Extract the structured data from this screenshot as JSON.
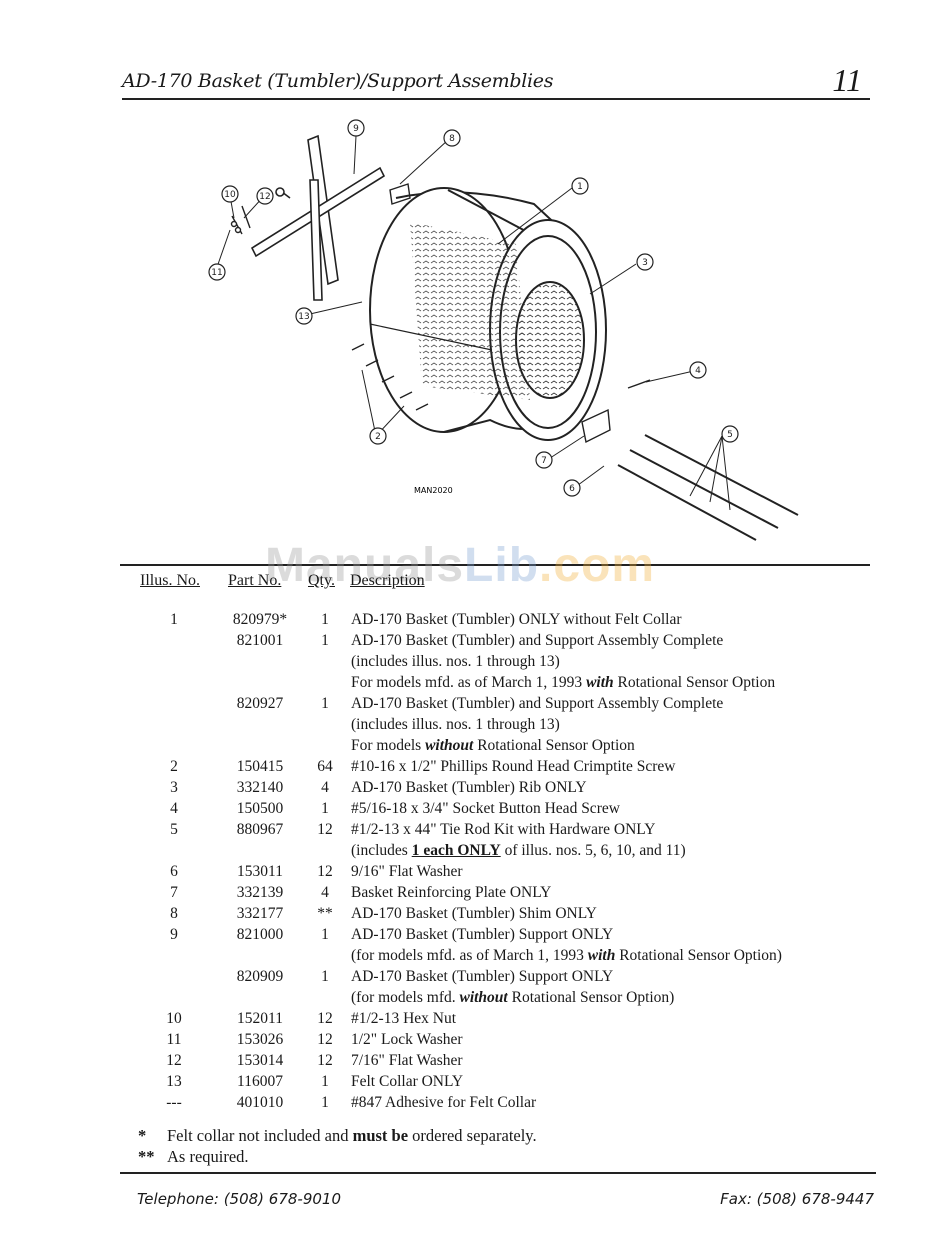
{
  "header": {
    "title": "AD-170 Basket (Tumbler)/Support Assemblies",
    "page_number": "11"
  },
  "diagram": {
    "drawing_code": "MAN2020",
    "callouts": [
      "1",
      "2",
      "3",
      "4",
      "5",
      "6",
      "7",
      "8",
      "9",
      "10",
      "11",
      "12",
      "13"
    ]
  },
  "watermark": {
    "part_a": "Manuals",
    "part_b": "Lib",
    "part_c": ".com"
  },
  "table": {
    "headers": {
      "illus": "Illus. No.",
      "part": "Part No.",
      "qty": "Qty.",
      "desc": "Description"
    },
    "rows": [
      {
        "illus": "1",
        "part": "820979*",
        "qty": "1",
        "desc": "AD-170 Basket (Tumbler) ONLY without Felt Collar"
      },
      {
        "illus": "",
        "part": "821001",
        "qty": "1",
        "desc": "AD-170 Basket (Tumbler) and Support Assembly Complete"
      },
      {
        "illus": "",
        "part": "",
        "qty": "",
        "desc": "(includes illus. nos. 1 through 13)"
      },
      {
        "illus": "",
        "part": "",
        "qty": "",
        "desc_pre": "For models mfd. as of March 1, 1993 ",
        "desc_em": "with",
        "desc_post": " Rotational Sensor Option"
      },
      {
        "illus": "",
        "part": "820927",
        "qty": "1",
        "desc": "AD-170 Basket (Tumbler) and Support Assembly Complete"
      },
      {
        "illus": "",
        "part": "",
        "qty": "",
        "desc": "(includes illus. nos. 1 through 13)"
      },
      {
        "illus": "",
        "part": "",
        "qty": "",
        "desc_pre": "For models ",
        "desc_em": "without",
        "desc_post": " Rotational Sensor Option"
      },
      {
        "illus": "2",
        "part": "150415",
        "qty": "64",
        "desc": "#10-16 x 1/2\" Phillips Round Head Crimptite Screw"
      },
      {
        "illus": "3",
        "part": "332140",
        "qty": "4",
        "desc": "AD-170 Basket (Tumbler) Rib ONLY"
      },
      {
        "illus": "4",
        "part": "150500",
        "qty": "1",
        "desc": "#5/16-18 x 3/4\" Socket Button Head Screw"
      },
      {
        "illus": "5",
        "part": "880967",
        "qty": "12",
        "desc": "#1/2-13 x 44\" Tie Rod Kit with Hardware ONLY"
      },
      {
        "illus": "",
        "part": "",
        "qty": "",
        "desc_pre": "(includes ",
        "desc_u": "1 each ONLY",
        "desc_post": " of illus. nos. 5, 6, 10, and 11)"
      },
      {
        "illus": "6",
        "part": "153011",
        "qty": "12",
        "desc": "9/16\" Flat Washer"
      },
      {
        "illus": "7",
        "part": "332139",
        "qty": "4",
        "desc": "Basket Reinforcing Plate ONLY"
      },
      {
        "illus": "8",
        "part": "332177",
        "qty": "**",
        "desc": "AD-170 Basket (Tumbler) Shim ONLY"
      },
      {
        "illus": "9",
        "part": "821000",
        "qty": "1",
        "desc": "AD-170 Basket (Tumbler) Support ONLY"
      },
      {
        "illus": "",
        "part": "",
        "qty": "",
        "desc_pre": "(for models mfd. as of March 1, 1993 ",
        "desc_em": "with",
        "desc_post": " Rotational Sensor Option)"
      },
      {
        "illus": "",
        "part": "820909",
        "qty": "1",
        "desc": "AD-170 Basket (Tumbler) Support ONLY"
      },
      {
        "illus": "",
        "part": "",
        "qty": "",
        "desc_pre": "(for models mfd. ",
        "desc_em": "without",
        "desc_post": " Rotational Sensor Option)"
      },
      {
        "illus": "10",
        "part": "152011",
        "qty": "12",
        "desc": "#1/2-13 Hex Nut"
      },
      {
        "illus": "11",
        "part": "153026",
        "qty": "12",
        "desc": "1/2\" Lock Washer"
      },
      {
        "illus": "12",
        "part": "153014",
        "qty": "12",
        "desc": "7/16\" Flat Washer"
      },
      {
        "illus": "13",
        "part": "116007",
        "qty": "1",
        "desc": "Felt Collar ONLY"
      },
      {
        "illus": "---",
        "part": "401010",
        "qty": "1",
        "desc": "#847 Adhesive for Felt Collar"
      }
    ]
  },
  "footnotes": [
    {
      "mark": "*",
      "pre": "Felt collar not included and ",
      "bold": "must be",
      "post": " ordered separately."
    },
    {
      "mark": "**",
      "pre": "As required.",
      "bold": "",
      "post": ""
    }
  ],
  "footer": {
    "telephone": "Telephone: (508) 678-9010",
    "fax": "Fax: (508) 678-9447"
  }
}
